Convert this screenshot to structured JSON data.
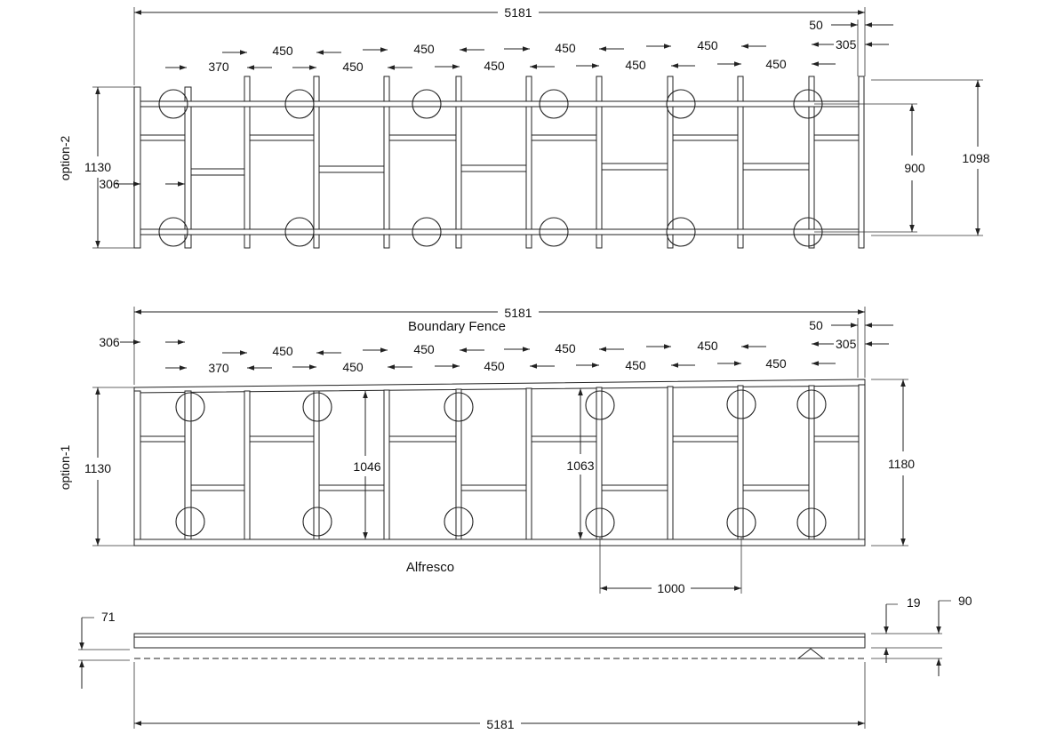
{
  "dimensions": {
    "overall_length": "5181",
    "end_gap": "50",
    "end_spacing_right": "305",
    "spacing_450": "450",
    "first_spacing": "370",
    "start_spacing_left": "306"
  },
  "option2": {
    "label": "option-2",
    "width": "1130",
    "left_offset": "306",
    "inner_depth": "900",
    "outer_depth": "1098"
  },
  "option1": {
    "label": "option-1",
    "width": "1130",
    "top_text": "Boundary Fence",
    "bottom_text": "Alfresco",
    "joist_span_a": "1046",
    "joist_span_b": "1063",
    "outer_depth": "1180",
    "pile_spacing": "1000"
  },
  "section": {
    "depth_top": "71",
    "board_thickness": "19",
    "joist_depth": "90",
    "overall_length": "5181"
  }
}
